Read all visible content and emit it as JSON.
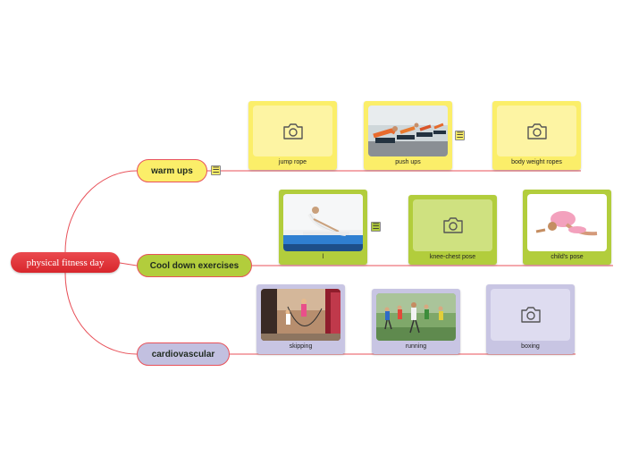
{
  "root": {
    "label": "physical fitness day"
  },
  "branches": [
    {
      "label": "warm ups",
      "color": "#fbee69",
      "has_note": true,
      "cards": [
        {
          "label": "jump rope",
          "image": "camera-placeholder-icon"
        },
        {
          "label": "push ups",
          "image": "photo-people-doing-push-ups-on-steps",
          "has_note": true
        },
        {
          "label": "body weight ropes",
          "image": "camera-placeholder-icon"
        }
      ]
    },
    {
      "label": "Cool down exercises",
      "color": "#b2cd3c",
      "cards": [
        {
          "label": "l",
          "image": "photo-girl-stretching-on-mat",
          "has_note": true
        },
        {
          "label": "knee-chest pose",
          "image": "camera-placeholder-icon"
        },
        {
          "label": "child's pose",
          "image": "photo-child-in-childs-pose"
        }
      ]
    },
    {
      "label": "cardiovascular",
      "color": "#c2c0e0",
      "cards": [
        {
          "label": "skipping",
          "image": "photo-kids-skipping-rope"
        },
        {
          "label": "running",
          "image": "photo-kids-running-outdoors"
        },
        {
          "label": "boxing",
          "image": "camera-placeholder-icon"
        }
      ]
    }
  ],
  "note_icon": "notes-icon",
  "connector_color": "#e8525a"
}
